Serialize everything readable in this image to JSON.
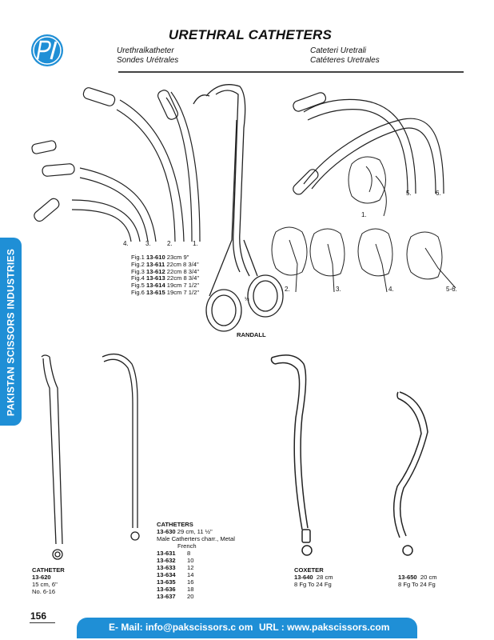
{
  "header": {
    "title": "URETHRAL CATHETERS",
    "sub_left_1": "Urethralkatheter",
    "sub_left_2": "Sondes Urétrales",
    "sub_right_1": "Cateteri Uretrali",
    "sub_right_2": "Catéteres Uretrales"
  },
  "logo": {
    "text": "PSI",
    "color": "#1f8fd6"
  },
  "sidebar": {
    "text": "PAKISTAN SCISSORS INDUSTRIES",
    "color": "#1f8fd6"
  },
  "figure_numbers": {
    "left": [
      "4.",
      "3.",
      "2.",
      "1."
    ],
    "right_top": [
      "5.",
      "6."
    ],
    "kidney_top": "1.",
    "kidneys": [
      "2.",
      "3.",
      "4.",
      "5-6."
    ]
  },
  "spec_table": [
    {
      "fig": "Fig.1",
      "code": "13-610",
      "size": "23cm 9\""
    },
    {
      "fig": "Fig.2",
      "code": "13-611",
      "size": "22cm 8 3/4\""
    },
    {
      "fig": "Fig.3",
      "code": "13-612",
      "size": "22cm 8 3/4\""
    },
    {
      "fig": "Fig.4",
      "code": "13-613",
      "size": "22cm 8 3/4\""
    },
    {
      "fig": "Fig.5",
      "code": "13-614",
      "size": "19cm 7 1/2\""
    },
    {
      "fig": "Fig.6",
      "code": "13-615",
      "size": "19cm 7 1/2\""
    }
  ],
  "randall": {
    "scale": "½",
    "name": "RANDALL"
  },
  "catheter_left": {
    "title": "CATHETER",
    "code": "13-620",
    "size": "15 cm, 6\"",
    "range": "No. 6-16"
  },
  "catheters_middle": {
    "title": "CATHETERS",
    "code": "13-630",
    "size": "29 cm, 11 ½\"",
    "desc": "Male Catherters charr., Metal",
    "col_head": "French",
    "rows": [
      {
        "code": "13-631",
        "french": "8"
      },
      {
        "code": "13-632",
        "french": "10"
      },
      {
        "code": "13-633",
        "french": "12"
      },
      {
        "code": "13-634",
        "french": "14"
      },
      {
        "code": "13-635",
        "french": "16"
      },
      {
        "code": "13-636",
        "french": "18"
      },
      {
        "code": "13-637",
        "french": "20"
      }
    ]
  },
  "coxeter": {
    "title": "COXETER",
    "code": "13-640",
    "size": "28 cm",
    "range": "8 Fg To 24 Fg"
  },
  "catheter_right": {
    "code": "13-650",
    "size": "20 cm",
    "range": "8 Fg To 24 Fg"
  },
  "page_number": "156",
  "footer": {
    "email_label": "E- Mail: info@pakscissors.c om",
    "url_label": "URL  :  www.pakscissors.com"
  }
}
